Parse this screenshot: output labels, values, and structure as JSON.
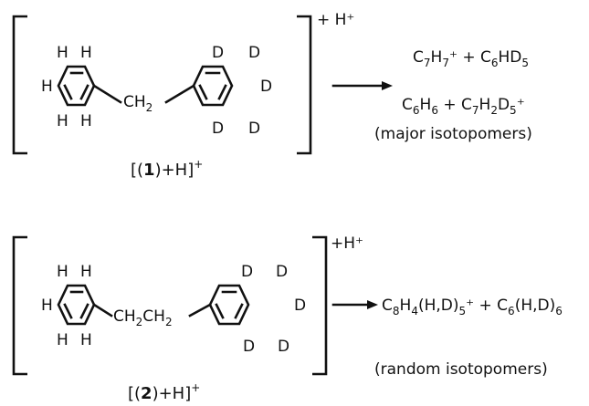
{
  "scheme1": {
    "charge": "+ H⁺",
    "ring_left_atoms": [
      "H",
      "H",
      "H",
      "H",
      "H"
    ],
    "ring_right_atoms": [
      "D",
      "D",
      "D",
      "D",
      "D"
    ],
    "linker": {
      "main": "CH",
      "sub": "2"
    },
    "label": {
      "open": "[(",
      "num": "1",
      "close": ")+H]",
      "sup": "+"
    },
    "product1": {
      "a": "C",
      "a7": "7",
      "b": "H",
      "b7": "7",
      "plus": "⁺ + C",
      "c6": "6",
      "d": "HD",
      "d5": "5"
    },
    "product2": {
      "a": "C",
      "a6": "6",
      "b": "H",
      "b6": "6",
      "c": " + C",
      "c7": "7",
      "d": "H",
      "d2": "2",
      "e": "D",
      "e5": "5",
      "f": "⁺"
    },
    "note": "(major isotopomers)"
  },
  "scheme2": {
    "charge": "+H⁺",
    "ring_left_atoms": [
      "H",
      "H",
      "H",
      "H",
      "H"
    ],
    "ring_right_atoms": [
      "D",
      "D",
      "D",
      "D",
      "D"
    ],
    "linker": {
      "a": "CH",
      "a2": "2",
      "b": "CH",
      "b2": "2"
    },
    "label": {
      "open": "[(",
      "num": "2",
      "close": ")+H]",
      "sup": "+"
    },
    "product": {
      "a": "C",
      "a8": "8",
      "b": "H",
      "b4": "4",
      "c": "(H,D)",
      "c5": "5",
      "d": "⁺ + C",
      "d6": "6",
      "e": "(H,D)",
      "e6": "6"
    },
    "note": "(random isotopomers)"
  }
}
